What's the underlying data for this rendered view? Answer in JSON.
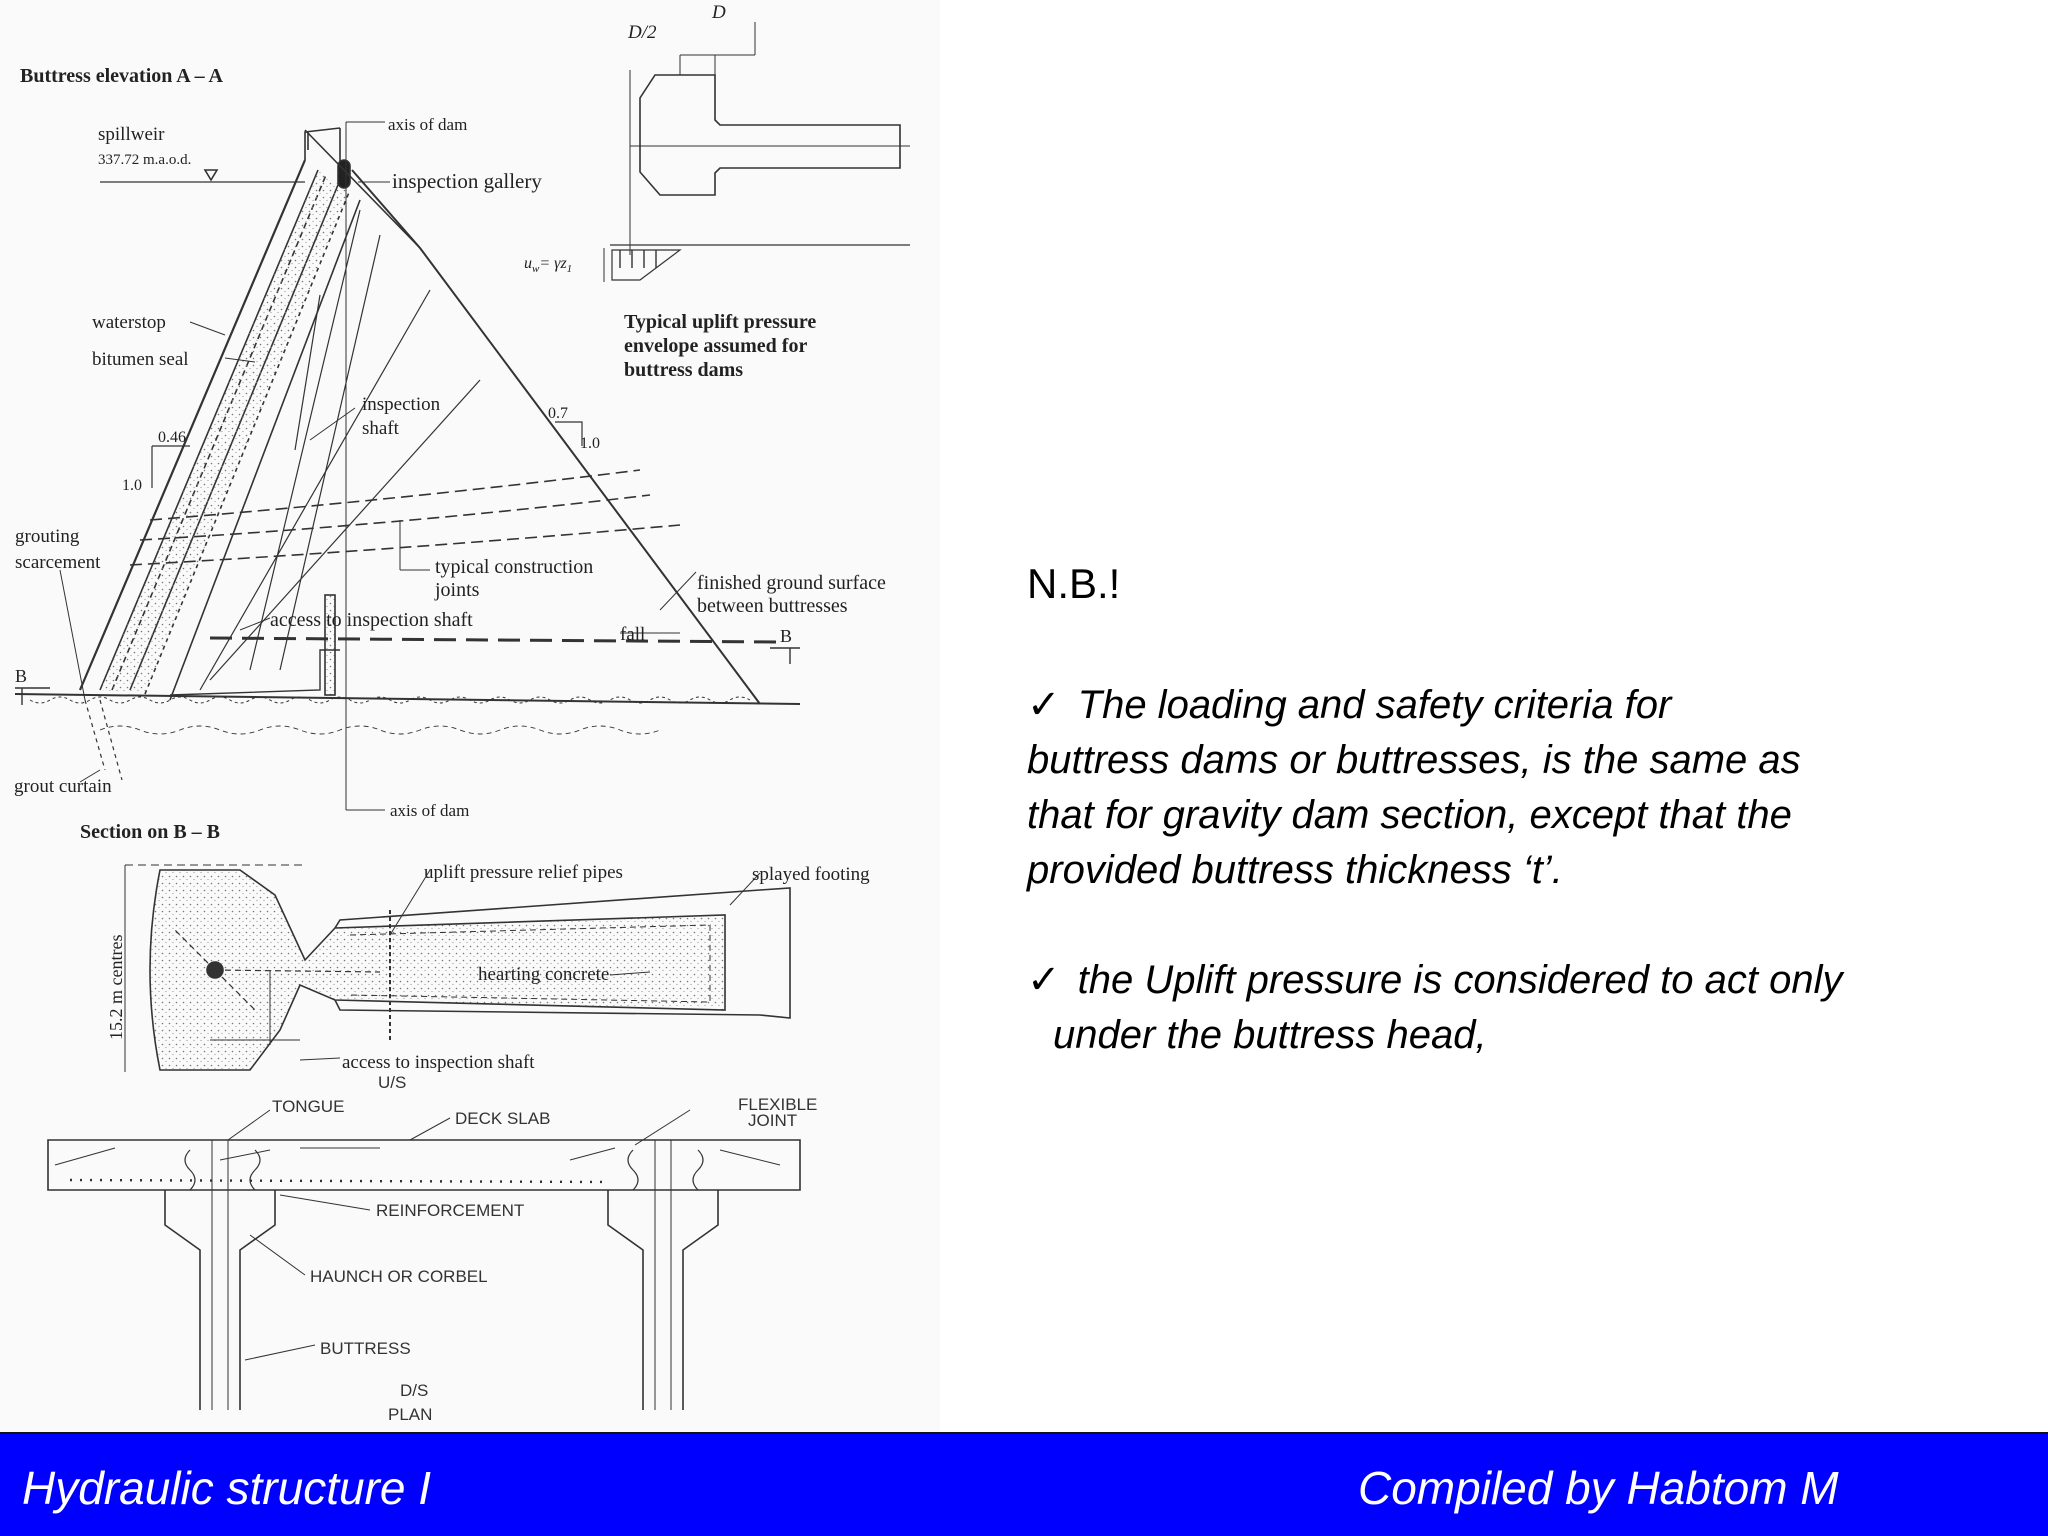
{
  "figure": {
    "elevation_title": "Buttress elevation A – A",
    "spillweir": "spillweir",
    "spillweir_level": "337.72 m.a.o.d.",
    "axis_of_dam_top": "axis of dam",
    "inspection_gallery": "inspection gallery",
    "waterstop": "waterstop",
    "bitumen_seal": "bitumen seal",
    "inspection_shaft_1": "inspection",
    "inspection_shaft_2": "shaft",
    "slope_us_h": "0.46",
    "slope_us_v": "1.0",
    "slope_ds_h": "0.7",
    "slope_ds_v": "1.0",
    "grouting_1": "grouting",
    "grouting_2": "scarcement",
    "construction_joints_1": "typical construction",
    "construction_joints_2": "joints",
    "access_shaft": "access to inspection shaft",
    "finished_ground_1": "finished ground surface",
    "finished_ground_2": "between buttresses",
    "fall": "fall",
    "section_mark_left": "B",
    "section_mark_right": "B",
    "grout_curtain": "grout curtain",
    "axis_of_dam_bottom": "axis of dam",
    "inset_dim_half": "D/2",
    "inset_dim_full": "D",
    "inset_uplift_eq": "u",
    "inset_uplift_sub": "w",
    "inset_uplift_rhs": "= γz",
    "inset_uplift_rhs_sub": "1",
    "uplift_caption_1": "Typical uplift pressure",
    "uplift_caption_2": "envelope assumed for",
    "uplift_caption_3": "buttress dams",
    "section_title": "Section on B – B",
    "centres": "15.2 m centres",
    "relief_pipes": "uplift pressure relief pipes",
    "splayed_footing": "splayed footing",
    "hearting": "hearting concrete",
    "access_shaft_2": "access to inspection shaft",
    "us_label": "U/S",
    "tongue": "TONGUE",
    "deck_slab": "DECK SLAB",
    "flexible_1": "FLEXIBLE",
    "flexible_2": "JOINT",
    "reinforcement": "REINFORCEMENT",
    "haunch": "HAUNCH OR CORBEL",
    "buttress": "BUTTRESS",
    "ds_label": "D/S",
    "plan_label": "PLAN"
  },
  "notes": {
    "heading": "N.B.!",
    "bullet_1_line_1": "The loading and safety criteria for",
    "bullet_1_line_2": "buttress dams or buttresses, is the same as",
    "bullet_1_line_3": "that for gravity dam section, except that the",
    "bullet_1_line_4": "provided buttress thickness ‘t’.",
    "bullet_2_line_1": "the Uplift pressure is considered to act only",
    "bullet_2_line_2": "under the  buttress head,",
    "check_mark": "✓"
  },
  "footer": {
    "left": "Hydraulic structure I",
    "right": "Compiled by Habtom M",
    "background": "#0000ff"
  }
}
